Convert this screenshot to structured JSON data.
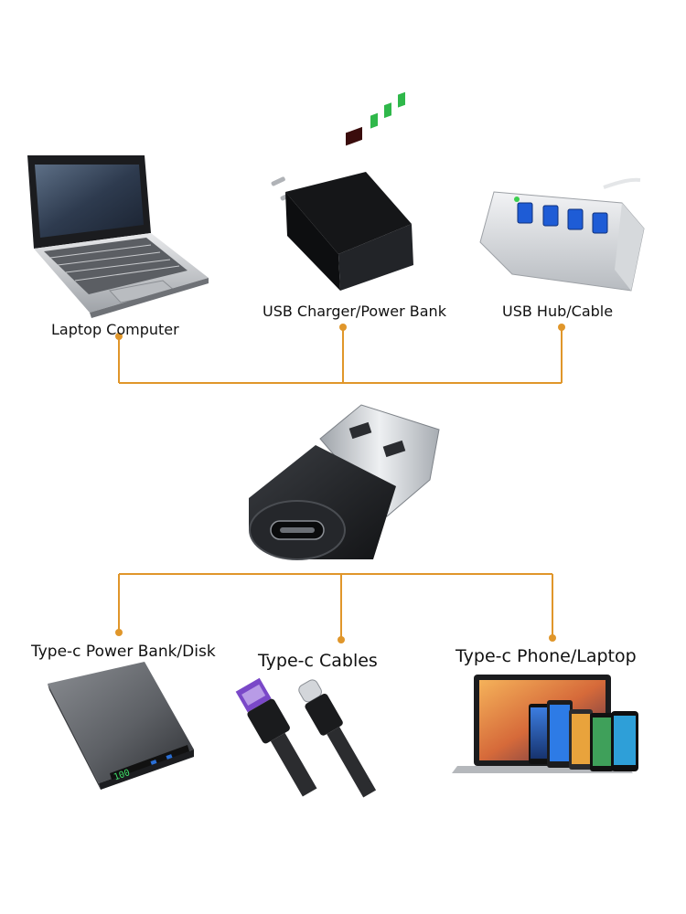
{
  "colors": {
    "connector": "#e0962a",
    "background": "#ffffff",
    "adapter_body": "#1f2124",
    "usb_metal": "#c9cdd2"
  },
  "sources": [
    {
      "label": "Laptop Computer",
      "icon": "laptop-icon"
    },
    {
      "label": "USB Charger/Power Bank",
      "icon": "usb-charger-icon"
    },
    {
      "label": "USB Hub/Cable",
      "icon": "usb-hub-icon"
    }
  ],
  "center": {
    "icon": "usb-a-to-type-c-adapter-icon"
  },
  "targets": [
    {
      "label": "Type-c Power Bank/Disk",
      "icon": "power-bank-icon"
    },
    {
      "label": "Type-c Cables",
      "icon": "type-c-cable-icon"
    },
    {
      "label": "Type-c Phone/Laptop",
      "icon": "phones-laptop-icon"
    }
  ],
  "power_bank_display": "100"
}
